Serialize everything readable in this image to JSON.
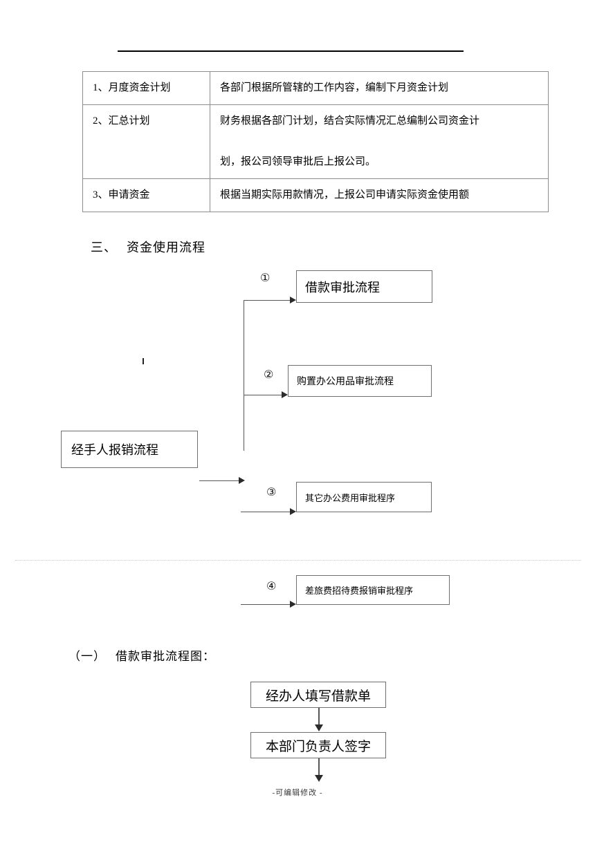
{
  "document": {
    "footer_note": "-可编辑修改 -"
  },
  "table": {
    "rows": [
      {
        "label": "1、月度资金计划",
        "desc": "各部门根据所管辖的工作内容，编制下月资金计划"
      },
      {
        "label": "2、汇总计划",
        "desc": "财务根据各部门计划，结合实际情况汇总编制公司资金计\n\n划，报公司领导审批后上报公司。"
      },
      {
        "label": "3、申请资金",
        "desc": "根据当期实际用款情况，上报公司申请实际资金使用额"
      }
    ]
  },
  "headings": {
    "section3_num": "三、",
    "section3_text": "资金使用流程",
    "sub1_num": "（一）",
    "sub1_text": "借款审批流程图："
  },
  "flow_main": {
    "source_box": "经手人报销流程",
    "markers": [
      "①",
      "②",
      "③",
      "④"
    ],
    "branches": [
      "借款审批流程",
      "购置办公用品审批流程",
      "其它办公费用审批程序",
      "差旅费招待费报销审批程序"
    ]
  },
  "flow_loan": {
    "steps": [
      "经办人填写借款单",
      "本部门负责人签字"
    ]
  }
}
